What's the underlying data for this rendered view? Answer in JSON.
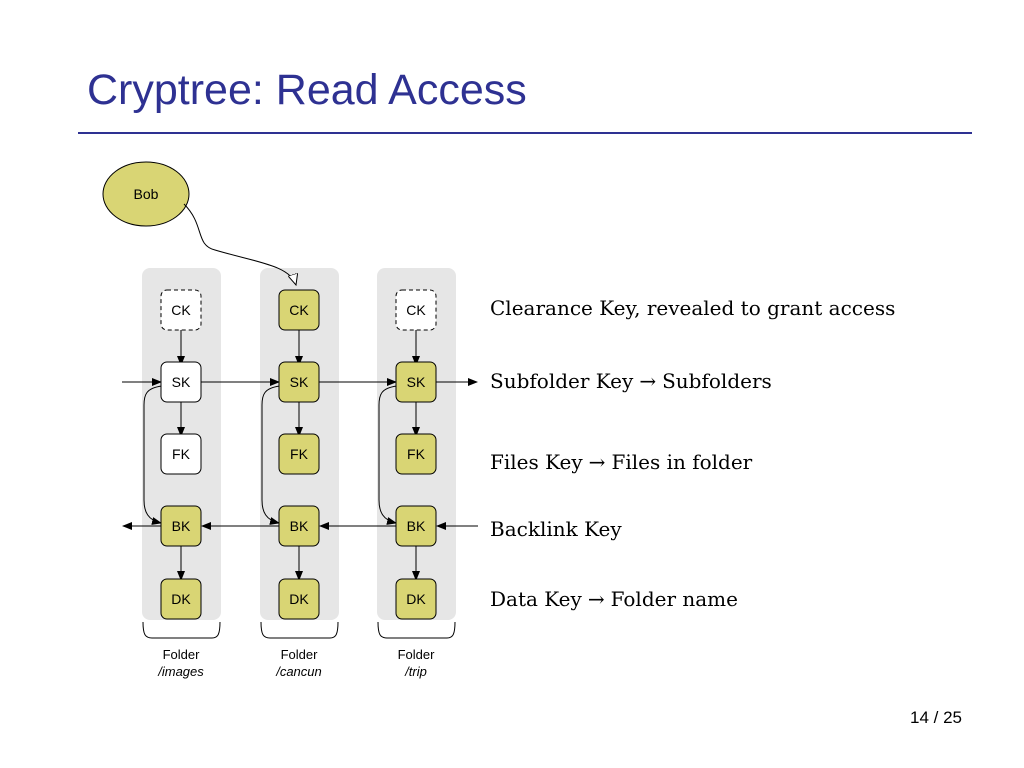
{
  "slide": {
    "title": "Cryptree: Read Access",
    "page": "14 / 25"
  },
  "user": {
    "label": "Bob"
  },
  "colors": {
    "title": "#2e3192",
    "revealed_key_fill": "#d9d574",
    "hidden_key_fill": "#ffffff",
    "column_bg": "#e6e6e6"
  },
  "folders": [
    {
      "label": "Folder",
      "path": "/images",
      "keys": [
        {
          "id": "CK",
          "label": "CK",
          "revealed": false,
          "dashed": true
        },
        {
          "id": "SK",
          "label": "SK",
          "revealed": false
        },
        {
          "id": "FK",
          "label": "FK",
          "revealed": false
        },
        {
          "id": "BK",
          "label": "BK",
          "revealed": true
        },
        {
          "id": "DK",
          "label": "DK",
          "revealed": true
        }
      ]
    },
    {
      "label": "Folder",
      "path": "/cancun",
      "keys": [
        {
          "id": "CK",
          "label": "CK",
          "revealed": true
        },
        {
          "id": "SK",
          "label": "SK",
          "revealed": true
        },
        {
          "id": "FK",
          "label": "FK",
          "revealed": true
        },
        {
          "id": "BK",
          "label": "BK",
          "revealed": true
        },
        {
          "id": "DK",
          "label": "DK",
          "revealed": true
        }
      ]
    },
    {
      "label": "Folder",
      "path": "/trip",
      "keys": [
        {
          "id": "CK",
          "label": "CK",
          "revealed": false,
          "dashed": true
        },
        {
          "id": "SK",
          "label": "SK",
          "revealed": true
        },
        {
          "id": "FK",
          "label": "FK",
          "revealed": true
        },
        {
          "id": "BK",
          "label": "BK",
          "revealed": true
        },
        {
          "id": "DK",
          "label": "DK",
          "revealed": true
        }
      ]
    }
  ],
  "descriptions": {
    "ck": {
      "text": "Clearance Key, revealed to grant access"
    },
    "sk": {
      "left": "Subfolder Key",
      "arrow": "→",
      "right": "Subfolders"
    },
    "fk": {
      "left": "Files Key",
      "arrow": "→",
      "right": "Files in folder"
    },
    "bk": {
      "text": "Backlink Key"
    },
    "dk": {
      "left": "Data Key",
      "arrow": "→",
      "right": "Folder name"
    }
  }
}
